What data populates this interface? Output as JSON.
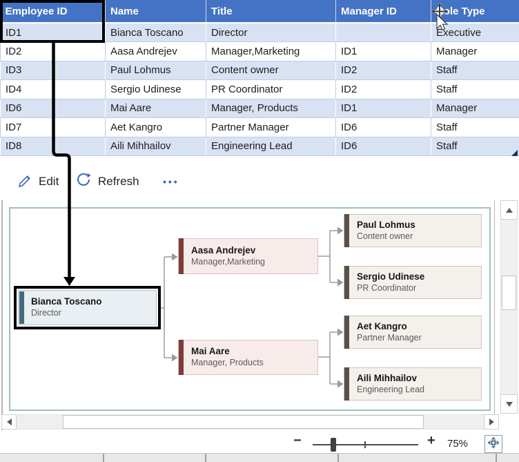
{
  "table": {
    "columns": [
      "Employee ID",
      "Name",
      "Title",
      "Manager ID",
      "Role Type"
    ],
    "rows": [
      [
        "ID1",
        "Bianca Toscano",
        "Director",
        "",
        "Executive"
      ],
      [
        "ID2",
        "Aasa Andrejev",
        "Manager,Marketing",
        "ID1",
        "Manager"
      ],
      [
        "ID3",
        "Paul Lohmus",
        "Content owner",
        "ID2",
        "Staff"
      ],
      [
        "ID4",
        "Sergio Udinese",
        "PR Coordinator",
        "ID2",
        "Staff"
      ],
      [
        "ID6",
        "Mai Aare",
        "Manager, Products",
        "ID1",
        "Manager"
      ],
      [
        "ID7",
        "Aet Kangro",
        "Partner Manager",
        "ID6",
        "Staff"
      ],
      [
        "ID8",
        "Aili Mihhailov",
        "Engineering Lead",
        "ID6",
        "Staff"
      ]
    ]
  },
  "toolbar": {
    "edit_label": "Edit",
    "refresh_label": "Refresh",
    "more_label": "•••"
  },
  "org_chart": {
    "nodes": [
      {
        "name": "Bianca Toscano",
        "title": "Director"
      },
      {
        "name": "Aasa Andrejev",
        "title": "Manager,Marketing"
      },
      {
        "name": "Paul Lohmus",
        "title": "Content owner"
      },
      {
        "name": "Sergio Udinese",
        "title": "PR Coordinator"
      },
      {
        "name": "Mai Aare",
        "title": "Manager, Products"
      },
      {
        "name": "Aet Kangro",
        "title": "Partner Manager"
      },
      {
        "name": "Aili Mihhailov",
        "title": "Engineering Lead"
      }
    ]
  },
  "zoom_control": {
    "minus_label": "−",
    "plus_label": "+",
    "zoom_level": "75%"
  },
  "colors": {
    "header_blue": "#4472C4",
    "banded_row_blue": "#D9E2F3",
    "accent_blue": "#3A68C0",
    "executive_teal": "#44697B",
    "manager_maroon": "#7E3B3B",
    "staff_brown": "#5A5047",
    "chart_border_green": "#9DC3AE"
  }
}
